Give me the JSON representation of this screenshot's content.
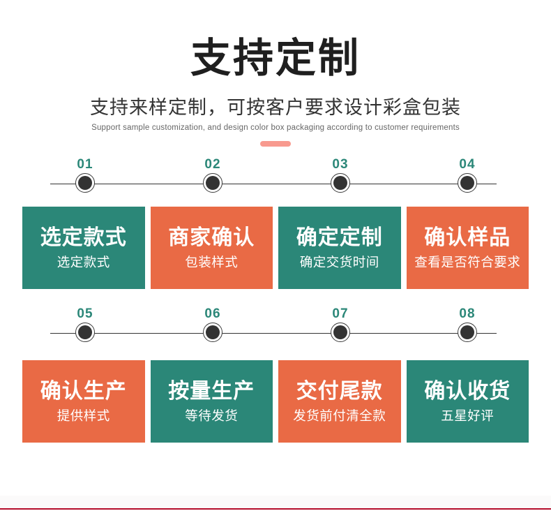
{
  "header": {
    "title": "支持定制",
    "subtitle": "支持来样定制，可按客户要求设计彩盒包装",
    "subtitle_en": "Support sample customization, and design color box packaging according to customer requirements"
  },
  "colors": {
    "teal": "#2b8778",
    "orange": "#e96a45",
    "divider_pink": "#f89a8f",
    "dot_dark": "#333333",
    "bottom_red": "#b50d2c"
  },
  "rows": [
    {
      "steps": [
        {
          "num": "01",
          "title": "选定款式",
          "subtitle": "选定款式",
          "color": "teal"
        },
        {
          "num": "02",
          "title": "商家确认",
          "subtitle": "包装样式",
          "color": "orange"
        },
        {
          "num": "03",
          "title": "确定定制",
          "subtitle": "确定交货时间",
          "color": "teal"
        },
        {
          "num": "04",
          "title": "确认样品",
          "subtitle": "查看是否符合要求",
          "color": "orange"
        }
      ]
    },
    {
      "steps": [
        {
          "num": "05",
          "title": "确认生产",
          "subtitle": "提供样式",
          "color": "orange"
        },
        {
          "num": "06",
          "title": "按量生产",
          "subtitle": "等待发货",
          "color": "teal"
        },
        {
          "num": "07",
          "title": "交付尾款",
          "subtitle": "发货前付清全款",
          "color": "orange"
        },
        {
          "num": "08",
          "title": "确认收货",
          "subtitle": "五星好评",
          "color": "teal"
        }
      ]
    }
  ]
}
